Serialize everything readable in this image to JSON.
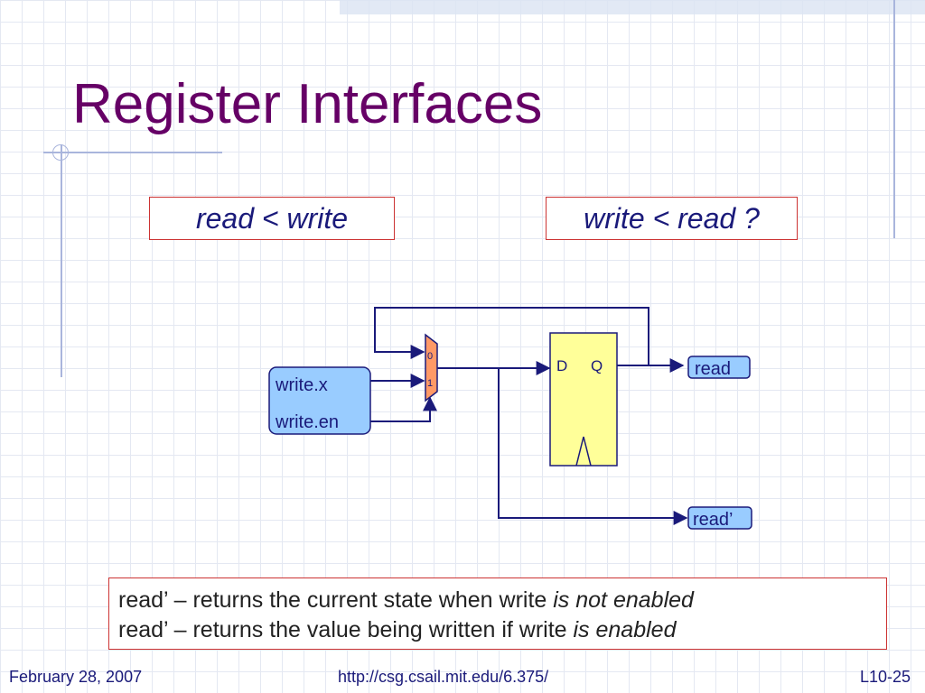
{
  "slide": {
    "title": "Register Interfaces",
    "left_box": "read < write",
    "right_box": "write < read ?"
  },
  "diagram": {
    "input_port": {
      "x_label": "write.x",
      "en_label": "write.en"
    },
    "mux": {
      "input0": "0",
      "input1": "1"
    },
    "register": {
      "d_label": "D",
      "q_label": "Q"
    },
    "outputs": {
      "read": "read",
      "read_prime": "read’"
    },
    "colors": {
      "port_fill": "#99ccff",
      "mux_fill": "#ff9966",
      "register_fill": "#ffff99",
      "wire": "#1a1a7a"
    }
  },
  "notes": {
    "line1_prefix": "read’ – returns the current state when write ",
    "line1_emphasis": "is not enabled",
    "line2_prefix": "read’ – returns the value being written if write ",
    "line2_emphasis": "is enabled"
  },
  "footer": {
    "date": "February 28, 2007",
    "url": "http://csg.csail.mit.edu/6.375/",
    "slide_number": "L10-25"
  }
}
